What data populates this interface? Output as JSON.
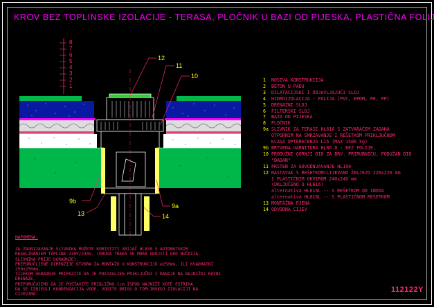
{
  "title": "KROV BEZ TOPLINSKE IZOLACIJE - TERASA, PLOČNIK U BAZI OD PIJESKA, PLASTIČNA FOLIJA",
  "drawing_code": "112122Y",
  "scale_numbers": [
    "8",
    "7",
    "6",
    "5",
    "4",
    "3",
    "2",
    "1"
  ],
  "callouts": {
    "c12": "12",
    "c11": "11",
    "c10": "10",
    "c9b": "9b",
    "c13": "13",
    "c9a": "9a",
    "c14": "14"
  },
  "legend": [
    {
      "num": "1",
      "text": "NOSIVA KONSTRUKCIJA"
    },
    {
      "num": "2",
      "text": "BETON U PADU"
    },
    {
      "num": "3",
      "text": "DILATACIJSKI I ODJAVLJAJUĆI SLOJ"
    },
    {
      "num": "4",
      "text": "HIDROIZOLACIJA - FOLIJA (PVC, EPDM, PE, PP)"
    },
    {
      "num": "5",
      "text": "DRENAŽNI SLOJ"
    },
    {
      "num": "6",
      "text": "FILTERSKI SLOJ"
    },
    {
      "num": "7",
      "text": "BAZA OD PIJESKA"
    },
    {
      "num": "8",
      "text": "PLOČNIK"
    },
    {
      "num": "9a",
      "text": "SLIVNIK ZA TERASE HL616 S ZATVARAČEM ZADAHA\nOTPORNIM NA SMRZAVANJE I REŠETKOM PRIKLJUČNOM\nKLASA OPTEREĆENJA L15 (MAX 1500 kg)"
    },
    {
      "num": "9b",
      "text": "BRTVENA GARNITURA HL86.0 - BEZ FOLIJE,"
    },
    {
      "num": "10",
      "text": "PRODUŽNI GORNJI DIO ZA BRV. PRIRUBNICU, PODUŽAN DIO \"BADAN\""
    },
    {
      "num": "11",
      "text": "PRSTEN ZA GOVODNJAVANJE HL190"
    },
    {
      "num": "12",
      "text": "NASTAVAK S REŠETKOM=LIJEVANO ŽELJEZO 226x226 mm\nI PLASTIČNIM OKVIROM 240x240 mm\n(UKLJUČENO U HL616)\nalternativa HL616L -- S REŠETKOM OD INOXA\nalternativa HL616L -- S PLASTIČNOM REŠETKOM"
    },
    {
      "num": "13",
      "text": "MONTAŽNA PJENA"
    },
    {
      "num": "14",
      "text": "ODVODNA CIJEV"
    }
  ],
  "notes_heading": "NAPOMENA:",
  "notes": [
    "ZA ZAGRIJAVANJE SLIVNIKA MOŽETE KORISTITI GRIJAČ HL830 S AUTOMATSKIM\nREGULIRANJEM TOPLINE 230V/230V. (DRUGA TRAKA SE MORA ODOJITI OKO NUČDIJA\nSLIVNIKA PRIJE UGRADNJE).",
    "PREPORUČLJENE DIMENZIJE OTVORA ZA MONTAŽU U KONSTRUKCIJU ø250mm, ILI KVADRATNI\n250x250mm.",
    "TIJEKOM UGRADNJE PRIPAZITE DA JE POSTAVLJEN PRIKLJUČNI I RANIJE NA NAJNIŽOJ RAVNI DRENAŽE.\nPREPORUČUJEMO DA JE POSTAVITE PRIBLIŽNO 1cm ISPOD NAJNIŽE KOTE ESTRIHA.\nDA SE IZBJEGLI KONDENZACIJA VODE, VODITE BRIGU O TOPLINSKOJ IZOLACIJI NA\nCIJEVIMA."
  ]
}
